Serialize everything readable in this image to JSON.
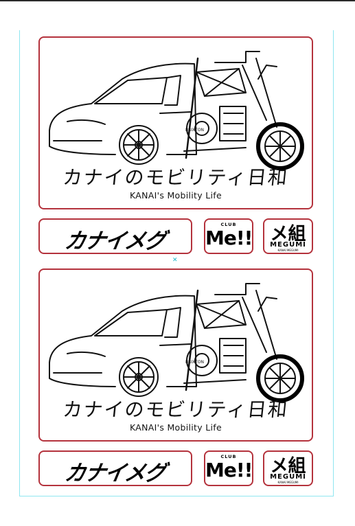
{
  "artboard": {
    "guide_color": "#7fe3ef",
    "center_mark": "✕"
  },
  "sticker_sets": [
    {
      "main": {
        "title_ja": "カナイのモビリティ日和",
        "title_en": "KANAI's Mobility Life",
        "bike_brand": "BRIXTON"
      },
      "logo_kanai_megu": "カナイメグ",
      "logo_club_me": {
        "arc": "CLUB",
        "big": "Me!!"
      },
      "logo_megumi": {
        "big": "メ組",
        "sub": "MEGUMI",
        "tiny": "KANAI MEGUMI"
      }
    },
    {
      "main": {
        "title_ja": "カナイのモビリティ日和",
        "title_en": "KANAI's Mobility Life",
        "bike_brand": "BRIXTON"
      },
      "logo_kanai_megu": "カナイメグ",
      "logo_club_me": {
        "arc": "CLUB",
        "big": "Me!!"
      },
      "logo_megumi": {
        "big": "メ組",
        "sub": "MEGUMI",
        "tiny": "KANAI MEGUMI"
      }
    }
  ],
  "colors": {
    "border": "#b4323c",
    "ink": "#111111"
  }
}
